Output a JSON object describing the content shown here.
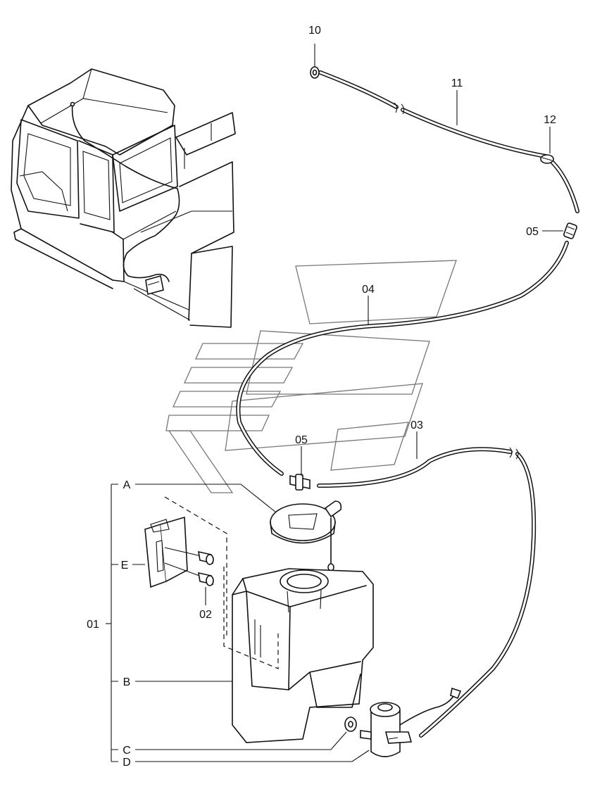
{
  "callouts": {
    "p10": "10",
    "p11": "11",
    "p12": "12",
    "p05_top": "05",
    "p04": "04",
    "p05_mid": "05",
    "p03": "03",
    "p02": "02",
    "p01": "01",
    "a": "A",
    "b": "B",
    "c": "C",
    "d": "D",
    "e": "E"
  }
}
